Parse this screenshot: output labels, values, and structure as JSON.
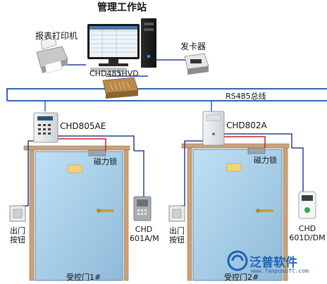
{
  "workstation": {
    "title": "管理工作站"
  },
  "devices": {
    "printer": "报表打印机",
    "card_issuer": "发卡器",
    "converter": "CHD485HVD"
  },
  "bus": {
    "label": "RS485总线"
  },
  "doors": [
    {
      "controller": "CHD805AE",
      "lock": "磁力锁",
      "exit_button": [
        "出门",
        "按钮"
      ],
      "reader": [
        "CHD",
        "601A/M"
      ],
      "door": "受控门1#"
    },
    {
      "controller": "CHD802A",
      "lock": "磁力锁",
      "exit_button": [
        "出门",
        "按钮"
      ],
      "reader": [
        "CHD",
        "601D/DM"
      ],
      "door": "受控门2#"
    }
  ],
  "watermark": {
    "brand": "泛普软件",
    "url": "www.fanpusoft.com"
  },
  "colors": {
    "wire_red": "#cc2020",
    "wire_blue": "#2a3f9a",
    "bus_blue": "#2f63b4",
    "door_face": "#a9cde6",
    "frame": "#c9a27a",
    "brand": "#1e63b8"
  }
}
